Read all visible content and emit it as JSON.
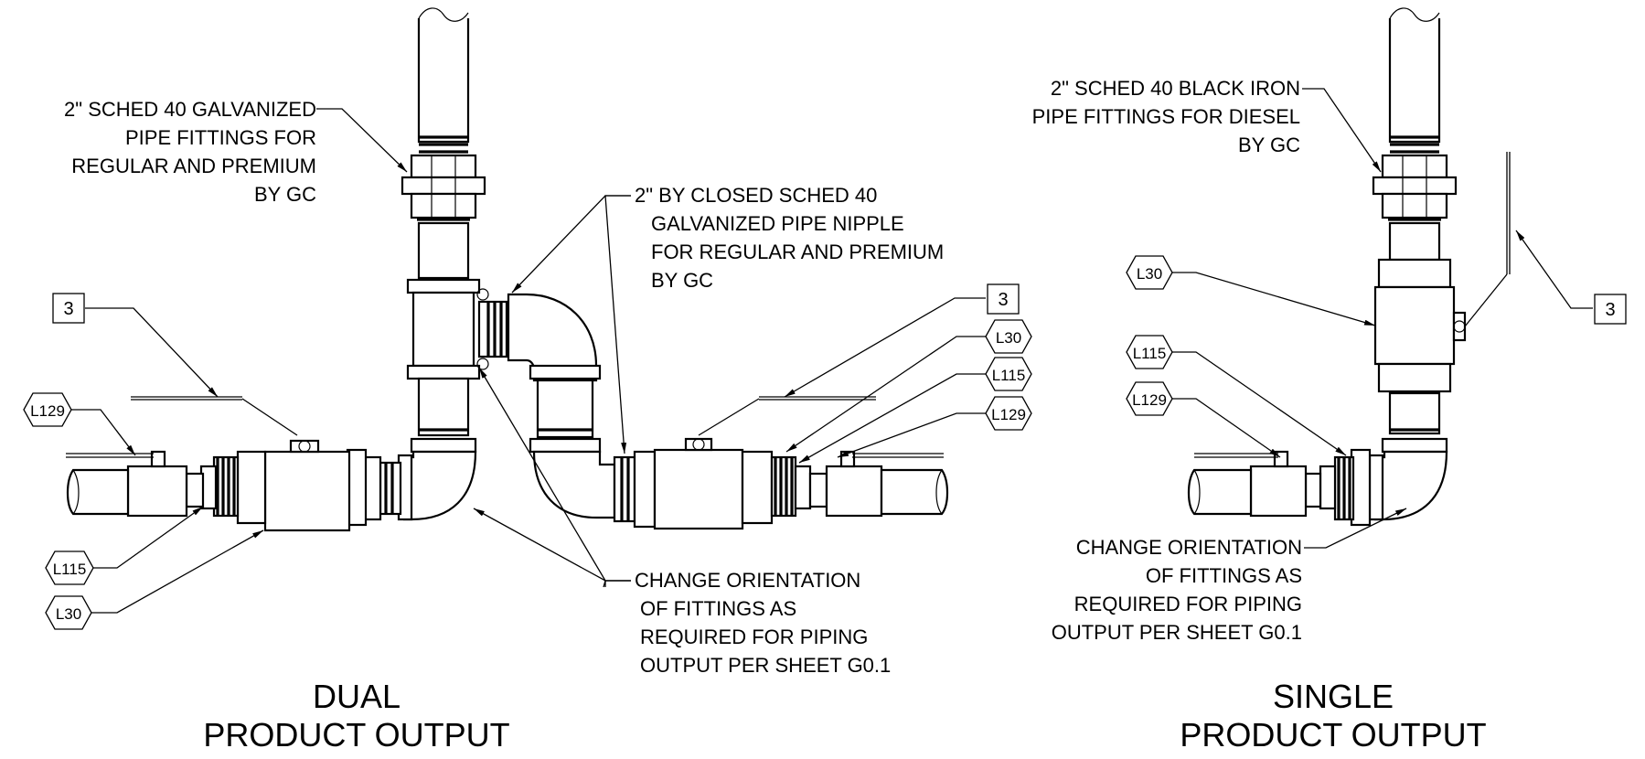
{
  "dual": {
    "title_line1": "DUAL",
    "title_line2": "PRODUCT OUTPUT",
    "note_galvanized": [
      "2\" SCHED 40 GALVANIZED",
      "PIPE FITTINGS FOR",
      "REGULAR AND PREMIUM",
      "BY GC"
    ],
    "note_nipple": [
      "2\" BY CLOSED SCHED 40",
      "GALVANIZED PIPE NIPPLE",
      "FOR REGULAR AND PREMIUM",
      "BY GC"
    ],
    "note_orientation": [
      "CHANGE ORIENTATION",
      "OF FITTINGS AS",
      "REQUIRED FOR PIPING",
      "OUTPUT PER SHEET G0.1"
    ],
    "tag_left_box": "3",
    "tag_right_box": "3",
    "tag_left_l129": "L129",
    "tag_left_l115": "L115",
    "tag_left_l30": "L30",
    "tag_right_l30": "L30",
    "tag_right_l115": "L115",
    "tag_right_l129": "L129"
  },
  "single": {
    "title_line1": "SINGLE",
    "title_line2": "PRODUCT OUTPUT",
    "note_blackiron": [
      "2\" SCHED 40 BLACK IRON",
      "PIPE FITTINGS FOR DIESEL",
      "BY GC"
    ],
    "note_orientation": [
      "CHANGE ORIENTATION",
      "OF FITTINGS AS",
      "REQUIRED FOR PIPING",
      "OUTPUT PER SHEET G0.1"
    ],
    "tag_box": "3",
    "tag_l30": "L30",
    "tag_l115": "L115",
    "tag_l129": "L129"
  }
}
